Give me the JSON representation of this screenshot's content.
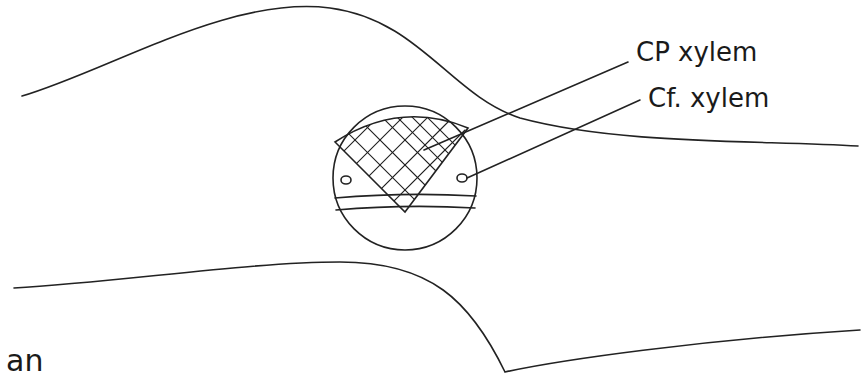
{
  "diagram": {
    "labels": [
      "CP xylem",
      "Cf. xylem",
      "an"
    ]
  }
}
